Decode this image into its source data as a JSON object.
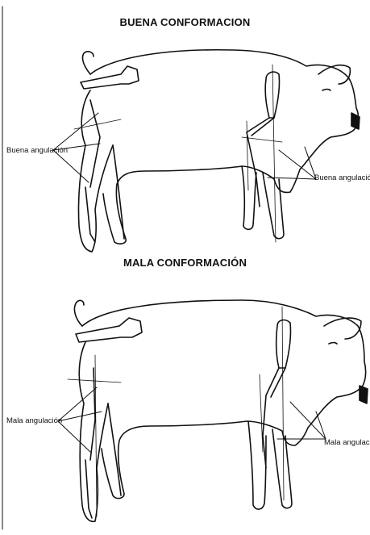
{
  "top": {
    "title": "BUENA CONFORMACION",
    "left_label": "Buena angulación",
    "right_label": "Buena angulación"
  },
  "bottom": {
    "title": "MALA CONFORMACIÓN",
    "left_label": "Mala angulación",
    "right_label": "Mala angulació"
  },
  "colors": {
    "ink": "#111111",
    "background": "#ffffff"
  }
}
